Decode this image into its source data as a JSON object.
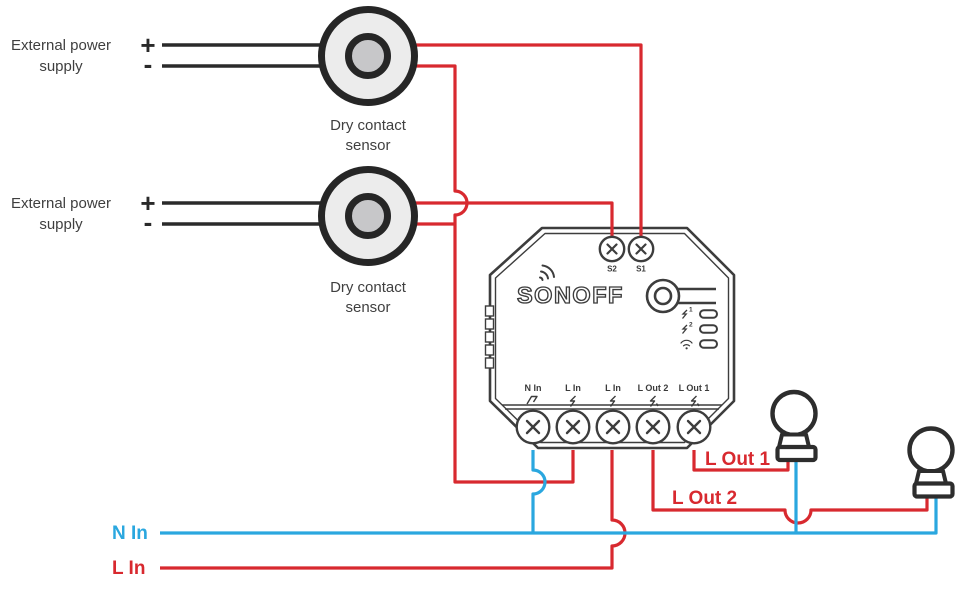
{
  "colors": {
    "red": "#d8292f",
    "blue": "#2aa7df",
    "dark": "#2a2a2a",
    "device_outline": "#3d3d3d",
    "sensor_fill": "#ececec",
    "sensor_core": "#c7c7c9",
    "text": "#3f3f3f"
  },
  "supplies": [
    {
      "line1": "External power",
      "line2": "supply",
      "plus": "+",
      "minus": "-"
    },
    {
      "line1": "External power",
      "line2": "supply",
      "plus": "+",
      "minus": "-"
    }
  ],
  "sensors": [
    {
      "line1": "Dry contact",
      "line2": "sensor"
    },
    {
      "line1": "Dry contact",
      "line2": "sensor"
    }
  ],
  "device": {
    "brand": "SONOFF",
    "top_terminals": [
      {
        "label": "S2"
      },
      {
        "label": "S1"
      }
    ],
    "bottom_terminals": [
      {
        "label": "N In"
      },
      {
        "label": "L In"
      },
      {
        "label": "L In"
      },
      {
        "label": "L Out 2"
      },
      {
        "label": "L Out 1"
      }
    ],
    "leds": [
      {
        "sup": "1"
      },
      {
        "sup": "2"
      },
      {
        "icon": "wifi"
      }
    ]
  },
  "wire_labels": {
    "l_out_1": "L Out 1",
    "l_out_2": "L Out 2",
    "n_in": "N In",
    "l_in": "L In"
  }
}
